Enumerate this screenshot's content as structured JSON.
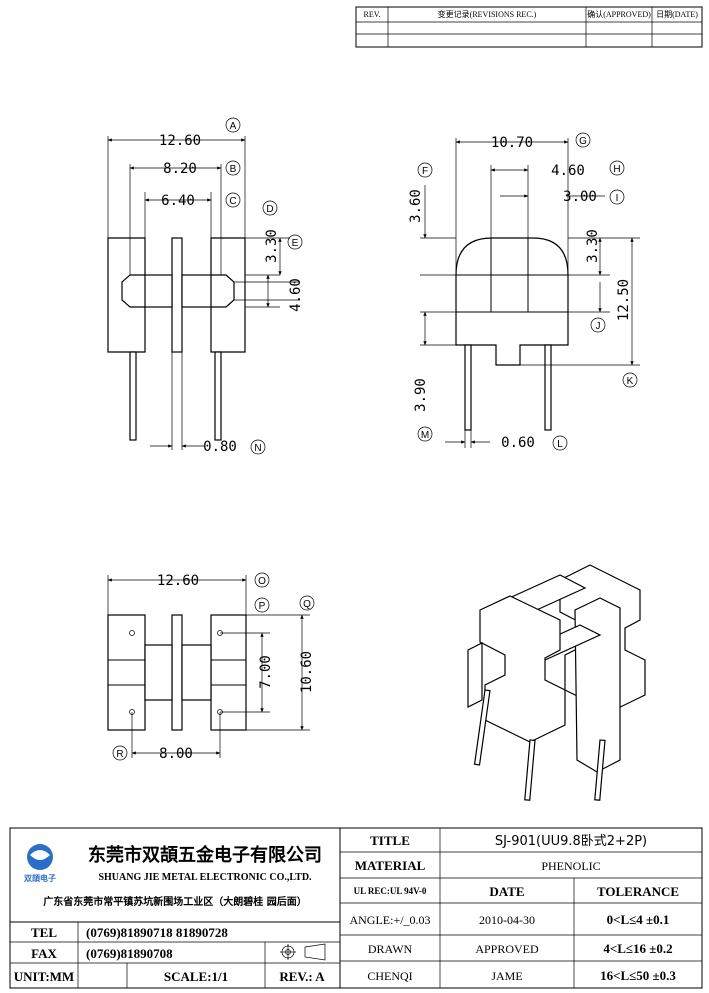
{
  "revision_table": {
    "col_rev": "REV.",
    "col_rec": "变更记录(REVISIONS REC.)",
    "col_approved": "确认(APPROVED)",
    "col_date": "日期(DATE)"
  },
  "front_view": {
    "dims": [
      "12.60",
      "8.20",
      "6.40",
      "3.30",
      "4.60",
      "0.80"
    ],
    "markers": [
      "A",
      "B",
      "C",
      "D",
      "E",
      "N"
    ]
  },
  "side_view": {
    "dims": [
      "10.70",
      "4.60",
      "3.00",
      "3.60",
      "3.30",
      "12.50",
      "3.90",
      "0.60"
    ],
    "markers": [
      "G",
      "H",
      "I",
      "F",
      "J",
      "K",
      "M",
      "L"
    ]
  },
  "bottom_view": {
    "dims": [
      "12.60",
      "7.00",
      "10.60",
      "8.00"
    ],
    "markers": [
      "O",
      "P",
      "Q",
      "R"
    ]
  },
  "title_block": {
    "company_cn": "东莞市双頡五金电子有限公司",
    "company_en": "SHUANG JIE METAL ELECTRONIC CO.,LTD.",
    "logo_text": "双頡电子",
    "address": "广东省东莞市常平镇苏坑新围场工业区（大朗碧桂 园后面）",
    "tel_label": "TEL",
    "tel_value": "(0769)81890718  81890728",
    "fax_label": "FAX",
    "fax_value": "(0769)81890708",
    "unit": "UNIT:MM",
    "scale": "SCALE:1/1",
    "rev": "REV.: A",
    "title_label": "TITLE",
    "title_value": "SJ-901(UU9.8卧式2+2P)",
    "material_label": "MATERIAL",
    "material_value": "PHENOLIC",
    "ul_label": "UL REC:UL 94V-0",
    "date_label": "DATE",
    "tolerance_label": "TOLERANCE",
    "angle": "ANGLE:+/_0.03",
    "date_value": "2010-04-30",
    "tol1": "0<L≤4   ±0.1",
    "drawn_label": "DRAWN",
    "approved_label": "APPROVED",
    "tol2": "4<L≤16  ±0.2",
    "drawn_value": "CHENQI",
    "approved_value": "JAME",
    "tol3": "16<L≤50  ±0.3"
  }
}
